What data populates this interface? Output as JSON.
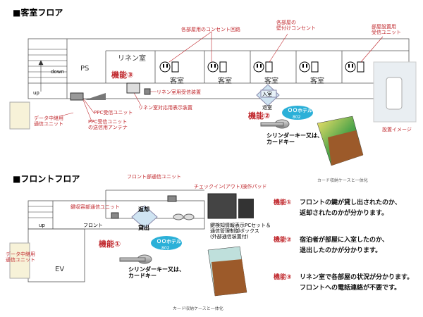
{
  "guestroom_floor": {
    "title": "■客室フロア",
    "ps": "PS",
    "linen_room": "リネン室",
    "guest_room": "客室",
    "up": "up",
    "down": "down",
    "feature3_tag": "機能③",
    "feature2_tag": "機能②",
    "room_outlet_circuit": "各部屋用のコンセント回路",
    "wall_outlet": "各部屋の\n壁付けコンセント",
    "room_receiver": "部屋設置用\n受信ユニット",
    "linen_receiver": "リネン室用受信装置",
    "linen_display": "リネン室対応用表示装置",
    "data_relay": "データ中継用\n通信ユニット",
    "ppc_receiver": "PPC受信ユニット",
    "ppc_antenna": "PPC受信ユニット\nの送信用アンテナ",
    "enter": "入室",
    "exit": "退室",
    "cylinder_key": "シリンダーキー又は、\nカードキー",
    "setup_image": "設置イメージ",
    "card_case": "カード収納ケースと一体化",
    "hotel_name": "ＯＯホテル",
    "room_no": "802"
  },
  "front_floor": {
    "title": "■フロントフロア",
    "front_unit": "フロント部通信ユニット",
    "checkin_pad": "チェックイン(アウト)操作パッド",
    "key_storage_unit": "鍵収容部通信ユニット",
    "front": "フロント",
    "return": "返却",
    "lend": "貸出",
    "pc_set": "鍵検知情報表示PCセット＆\n通信管理制御ボックス\n(外部通信装置付)",
    "feature1_tag": "機能①",
    "data_relay": "データ中継用\n通信ユニット",
    "ev": "EV",
    "up": "up",
    "cylinder_key": "シリンダーキー又は、\nカードキー",
    "card_case": "カード収納ケースと一体化",
    "hotel_name": "ＯＯホテル",
    "room_no": "802"
  },
  "features": [
    {
      "label": "機能①",
      "line1": "フロントの鍵が貸し出されたのか、",
      "line2": "返却されたのかが分かります。"
    },
    {
      "label": "機能②",
      "line1": "宿泊者が部屋に入室したのか、",
      "line2": "退出したのかが分かります。"
    },
    {
      "label": "機能③",
      "line1": "リネン室で各部屋の状況が分かります。",
      "line2": "フロントへの電話連絡が不要です。"
    }
  ]
}
